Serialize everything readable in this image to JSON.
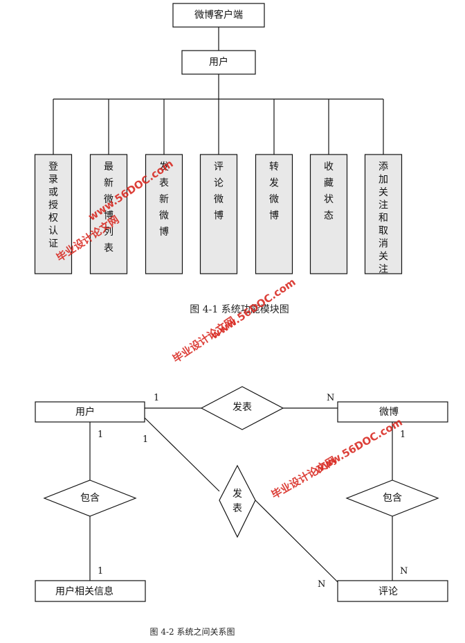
{
  "figure1": {
    "root": "微博客户端",
    "user": "用户",
    "modules": [
      "登录或授权认证",
      "最新微博列表",
      "发表新微博",
      "评论微博",
      "转发微博",
      "收藏状态",
      "添加关注和取消关注"
    ],
    "caption": "图 4-1 系统功能模块图"
  },
  "figure2": {
    "entities": {
      "user": "用户",
      "weibo": "微博",
      "user_info": "用户相关信息",
      "comment": "评论"
    },
    "relations": {
      "publish_top": "发表",
      "publish_mid": "发表",
      "contain_left": "包含",
      "contain_right": "包含"
    },
    "cardinalities": {
      "user_publish": "1",
      "publish_weibo": "N",
      "user_contain": "1",
      "contain_info": "1",
      "user_publish2": "1",
      "publish2_comment": "N",
      "weibo_contain": "1",
      "contain_comment": "N"
    },
    "caption": "图 4-2 系统之间关系图"
  },
  "watermarks": {
    "site": "www.56DOC.com",
    "slogan": "毕业设计论文网"
  }
}
